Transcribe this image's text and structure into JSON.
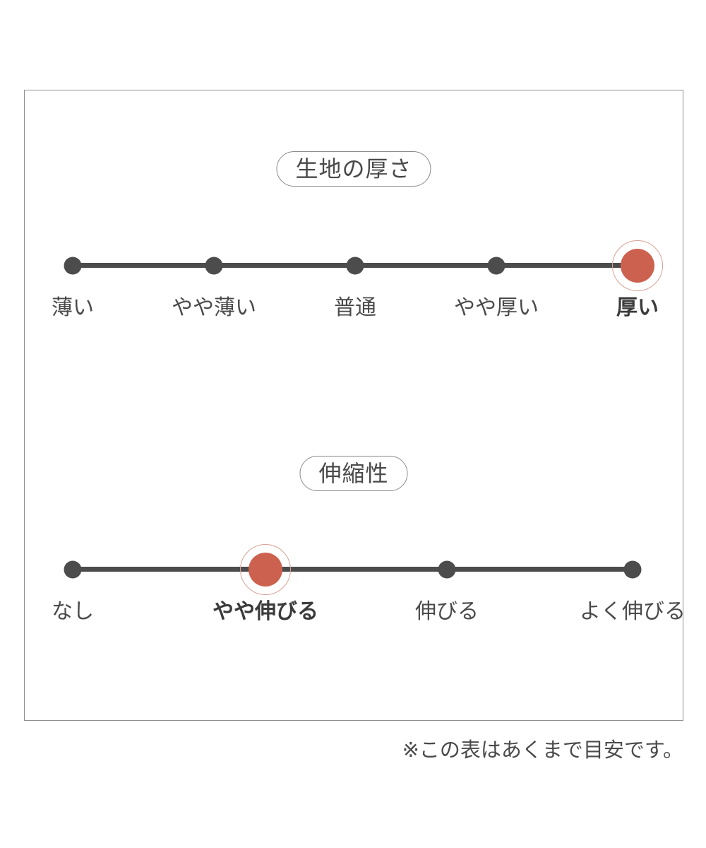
{
  "card": {
    "sections": [
      {
        "id": "fabric-thickness",
        "title": "生地の厚さ",
        "selected_index": 4,
        "points": [
          {
            "label": "薄い"
          },
          {
            "label": "やや薄い"
          },
          {
            "label": "普通"
          },
          {
            "label": "やや厚い"
          },
          {
            "label": "厚い"
          }
        ]
      },
      {
        "id": "stretchiness",
        "title": "伸縮性",
        "selected_index": 1,
        "points": [
          {
            "label": "なし"
          },
          {
            "label": "やや伸びる"
          },
          {
            "label": "伸びる"
          },
          {
            "label": "よく伸びる"
          }
        ]
      }
    ]
  },
  "footnote": "※この表はあくまで目安です。",
  "colors": {
    "selected_fill": "#cd6150",
    "selected_ring": "#d9a295",
    "track": "#4c4c4c",
    "dot": "#4c4c4c",
    "label": "#4a4a4a",
    "card_border": "#8e8e8e",
    "pill_border": "#8a8a8a",
    "background": "#ffffff"
  },
  "chart_data": {
    "type": "scale",
    "title": "",
    "scales": [
      {
        "name": "生地の厚さ",
        "categories": [
          "薄い",
          "やや薄い",
          "普通",
          "やや厚い",
          "厚い"
        ],
        "selected": "厚い",
        "selected_index": 4,
        "value": 5,
        "scale_max": 5
      },
      {
        "name": "伸縮性",
        "categories": [
          "なし",
          "やや伸びる",
          "伸びる",
          "よく伸びる"
        ],
        "selected": "やや伸びる",
        "selected_index": 1,
        "value": 2,
        "scale_max": 4
      }
    ],
    "note": "※この表はあくまで目安です。",
    "legend": "",
    "grid": false
  }
}
